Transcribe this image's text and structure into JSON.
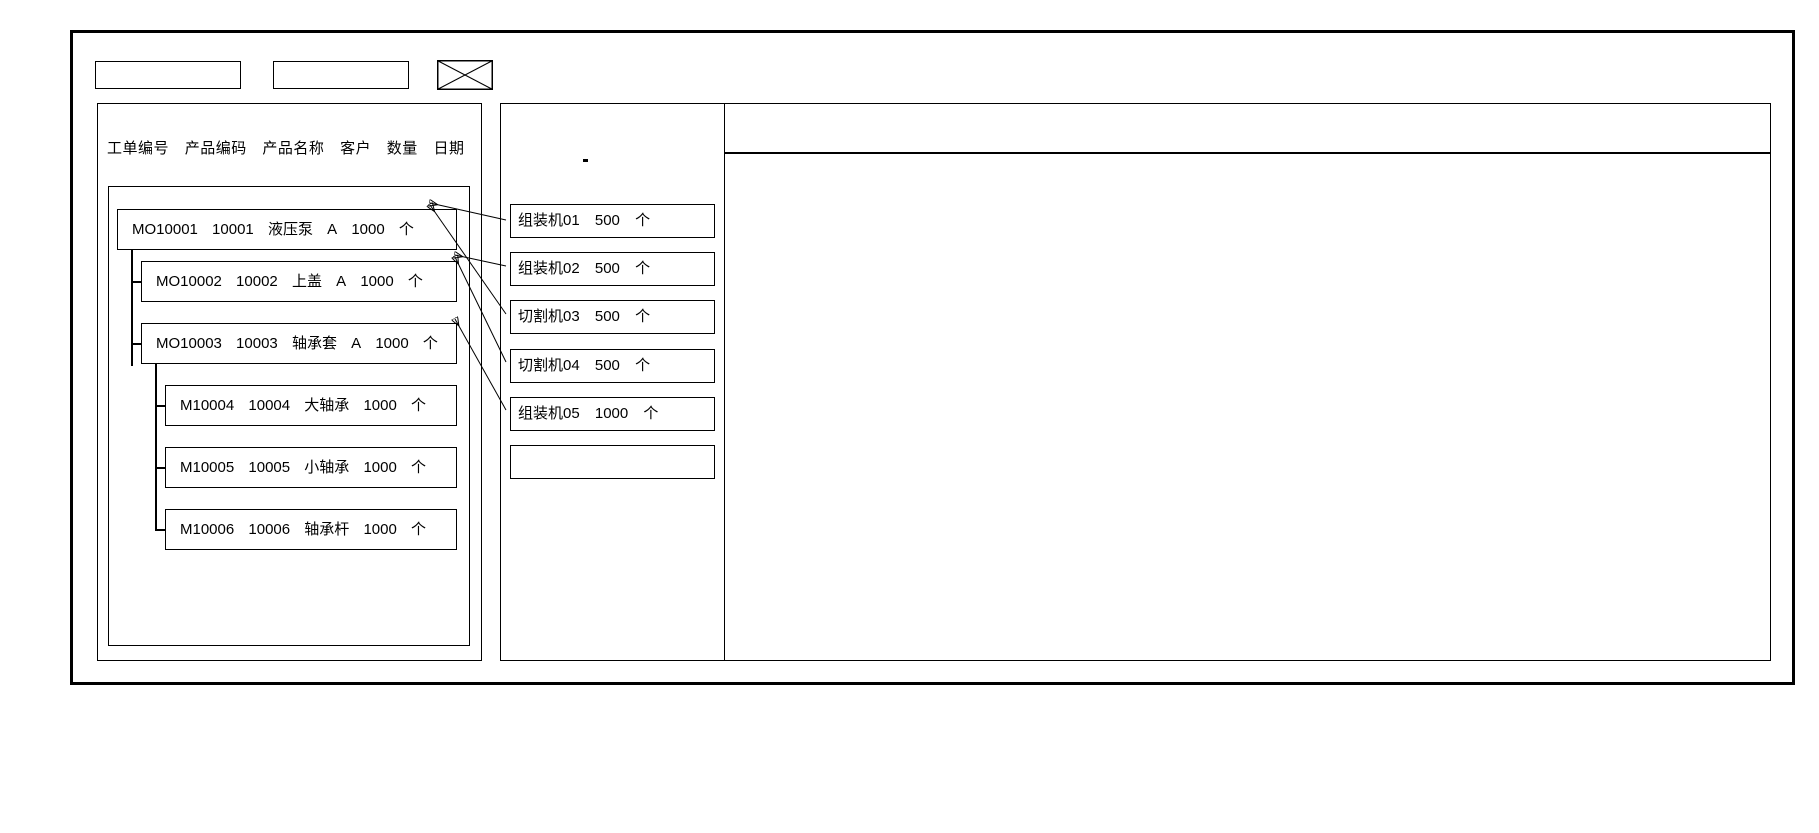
{
  "window": {
    "title": ""
  },
  "toolbar": {
    "field_1": {
      "value": "",
      "placeholder": ""
    },
    "field_2": {
      "value": "",
      "placeholder": ""
    },
    "image_placeholder": {
      "icon": "crossed-box-image-placeholder-icon"
    }
  },
  "left_panel": {
    "columns": [
      "工单编号",
      "产品编码",
      "产品名称",
      "客户",
      "数量",
      "日期"
    ],
    "tree": [
      {
        "level": 0,
        "work_order": "MO10001",
        "product_code": "10001",
        "product_name": "液压泵",
        "customer": "A",
        "quantity": "1000",
        "unit": "个"
      },
      {
        "level": 1,
        "work_order": "MO10002",
        "product_code": "10002",
        "product_name": "上盖",
        "customer": "A",
        "quantity": "1000",
        "unit": "个"
      },
      {
        "level": 1,
        "work_order": "MO10003",
        "product_code": "10003",
        "product_name": "轴承套",
        "customer": "A",
        "quantity": "1000",
        "unit": "个"
      },
      {
        "level": 2,
        "work_order": "M10004",
        "product_code": "10004",
        "product_name": "大轴承",
        "customer": "",
        "quantity": "1000",
        "unit": "个"
      },
      {
        "level": 2,
        "work_order": "M10005",
        "product_code": "10005",
        "product_name": "小轴承",
        "customer": "",
        "quantity": "1000",
        "unit": "个"
      },
      {
        "level": 2,
        "work_order": "M10006",
        "product_code": "10006",
        "product_name": "轴承杆",
        "customer": "",
        "quantity": "1000",
        "unit": "个"
      }
    ]
  },
  "mid_panel": {
    "machines": [
      {
        "name": "组装机01",
        "quantity": "500",
        "unit": "个"
      },
      {
        "name": "组装机02",
        "quantity": "500",
        "unit": "个"
      },
      {
        "name": "切割机03",
        "quantity": "500",
        "unit": "个"
      },
      {
        "name": "切割机04",
        "quantity": "500",
        "unit": "个"
      },
      {
        "name": "组装机05",
        "quantity": "1000",
        "unit": "个"
      },
      {
        "name": "",
        "quantity": "",
        "unit": ""
      }
    ]
  },
  "right_panel": {
    "content": ""
  },
  "colors": {
    "stroke": "#000000",
    "background": "#ffffff"
  }
}
